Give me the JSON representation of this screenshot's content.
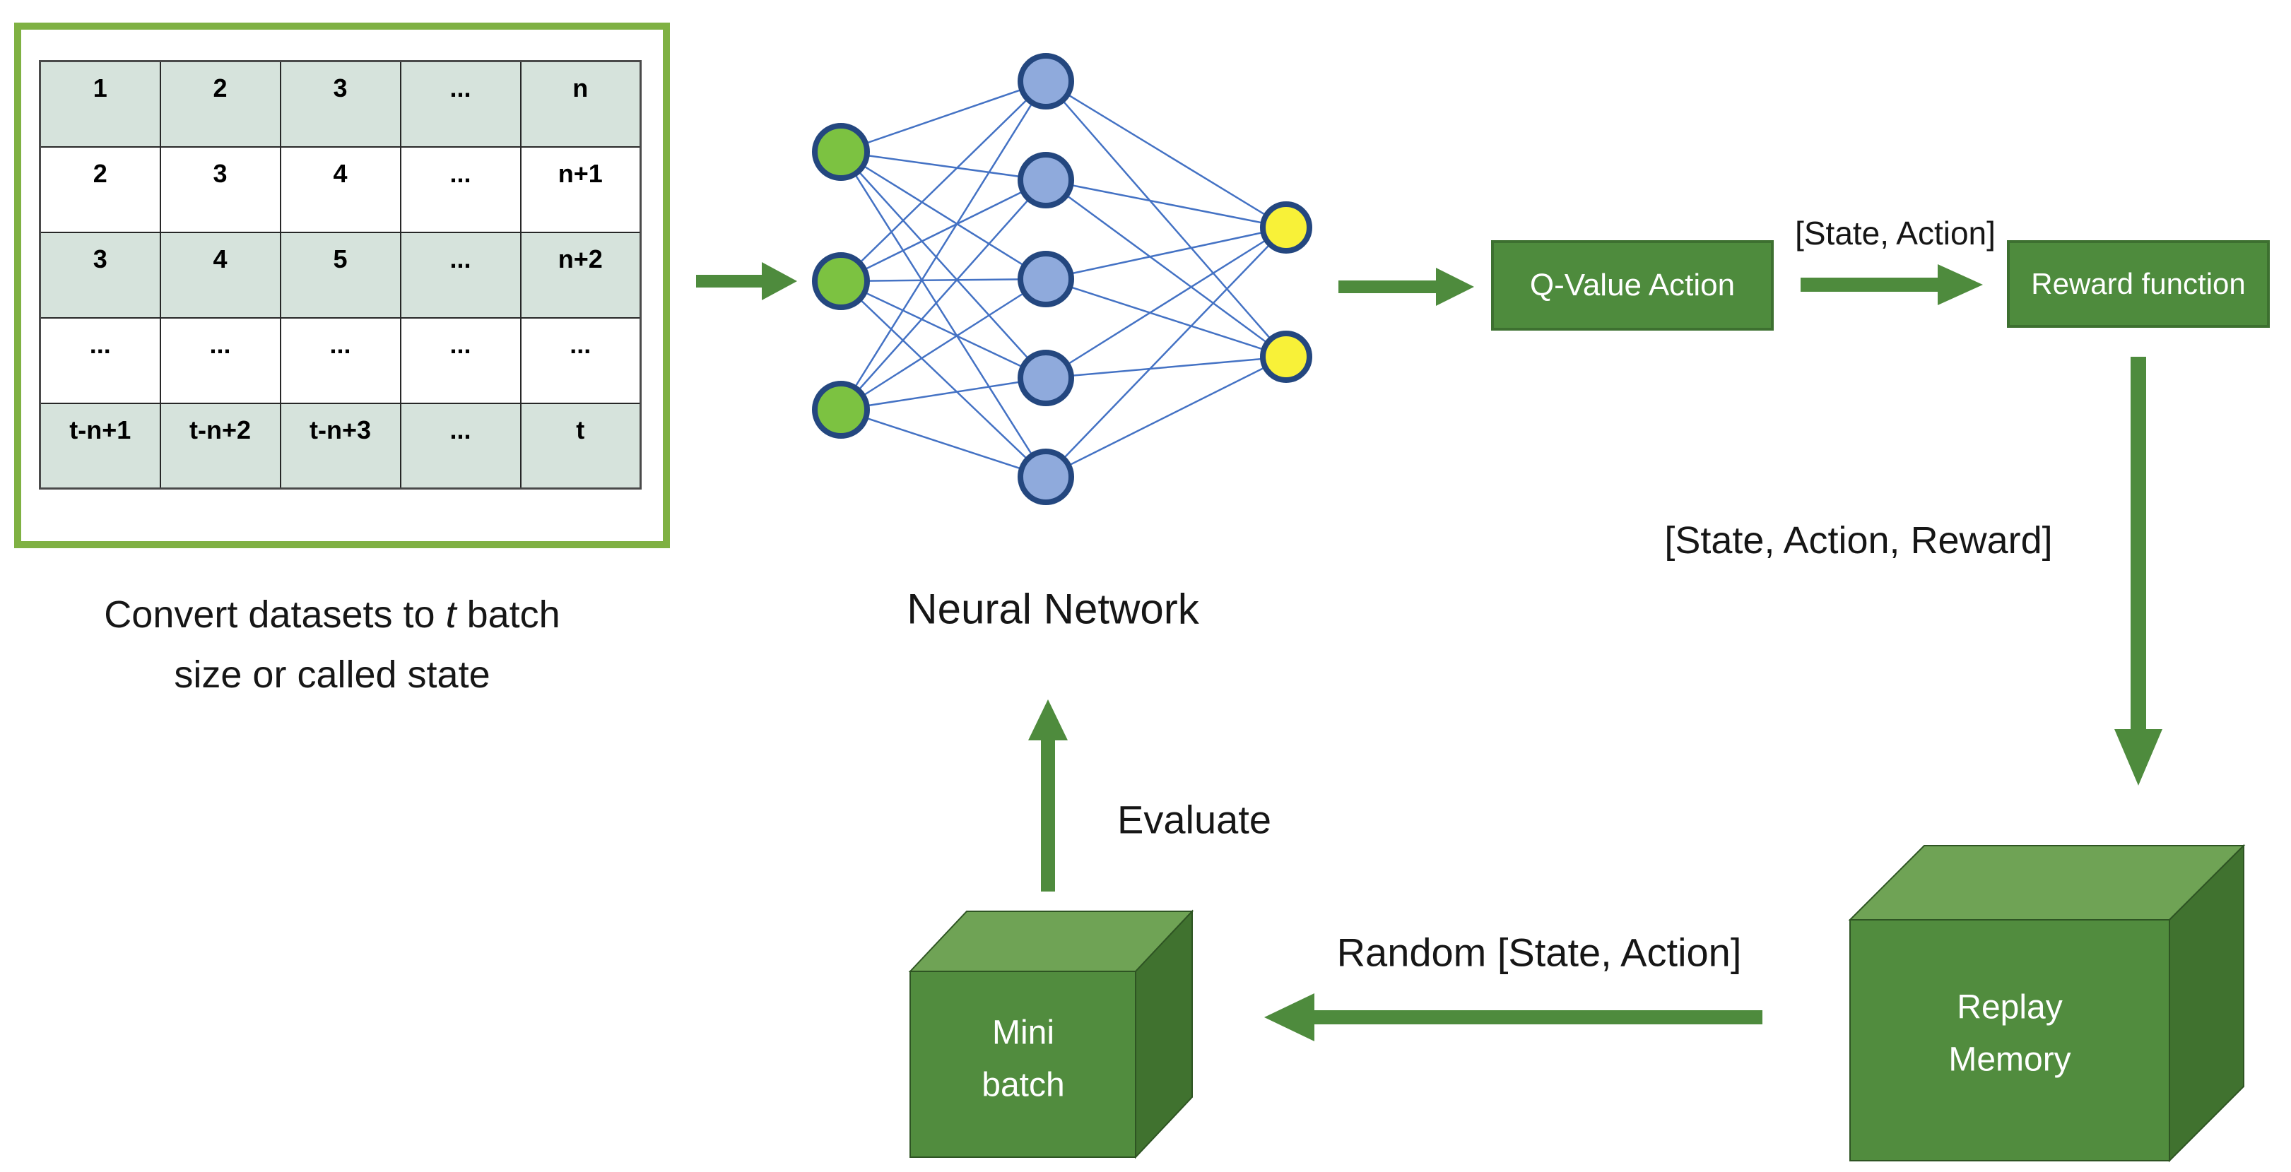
{
  "state_table": {
    "rows": [
      [
        "1",
        "2",
        "3",
        "...",
        "n"
      ],
      [
        "2",
        "3",
        "4",
        "...",
        "n+1"
      ],
      [
        "3",
        "4",
        "5",
        "...",
        "n+2"
      ],
      [
        "...",
        "...",
        "...",
        "...",
        "..."
      ],
      [
        "t-n+1",
        "t-n+2",
        "t-n+3",
        "...",
        "t"
      ]
    ],
    "caption": {
      "line1_pre": "Convert datasets to ",
      "line1_italic": "t",
      "line1_post": " batch",
      "line2": "size or called state"
    }
  },
  "neural_network": {
    "label": "Neural Network",
    "input_nodes": 3,
    "hidden_nodes": 5,
    "output_nodes": 2
  },
  "boxes": {
    "q_value": "Q-Value Action",
    "reward": "Reward function"
  },
  "cubes": {
    "replay": "Replay\nMemory",
    "mini": "Mini\nbatch"
  },
  "flow_labels": {
    "state_action": "[State, Action]",
    "state_action_reward": "[State, Action, Reward]",
    "random": "Random [State, Action]",
    "evaluate": "Evaluate"
  },
  "colors": {
    "green_main": "#4e8b3d",
    "green_box_border": "#3d7030",
    "frame_green": "#7fb143",
    "mint_row": "#d6e3dc",
    "cube_front": "#518c3e",
    "cube_top": "#6fa355",
    "cube_side": "#40722f",
    "node_green": "#7cc241",
    "node_blue": "#8faadc",
    "node_yellow": "#f8f138",
    "node_ring": "#24477f",
    "edge_blue": "#4472c4"
  }
}
